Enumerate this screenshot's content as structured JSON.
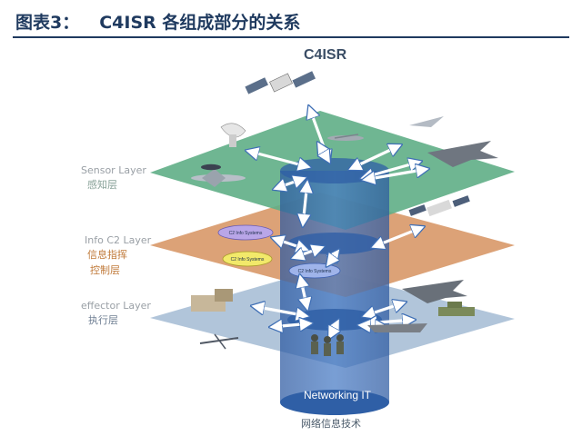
{
  "figure": {
    "label": "图表3：",
    "title": "C4ISR 各组成部分的关系"
  },
  "diagram": {
    "title": "C4ISR",
    "layers": {
      "sensor": {
        "en": "Sensor Layer",
        "zh": "感知层"
      },
      "info": {
        "en": "Info C2 Layer",
        "zh_line1": "信息指挥",
        "zh_line2": "控制层"
      },
      "effector": {
        "en": "effector Layer",
        "zh": "执行层"
      }
    },
    "systems": [
      "C2 Info Systems",
      "C2 Info Systems",
      "C2 Info Systems"
    ],
    "column_label": "Networking IT",
    "column_label_zh": "网络信息技术"
  },
  "colors": {
    "sensor_layer": "#5fae86",
    "info_layer": "#d99a6b",
    "effector_layer": "#a9bfd6",
    "column": "#2f5fa6",
    "arrow": "#ffffff",
    "pill_yellow": "#f2e96a",
    "pill_violet": "#b9a6e8",
    "pill_blue": "#9fb4ea"
  }
}
